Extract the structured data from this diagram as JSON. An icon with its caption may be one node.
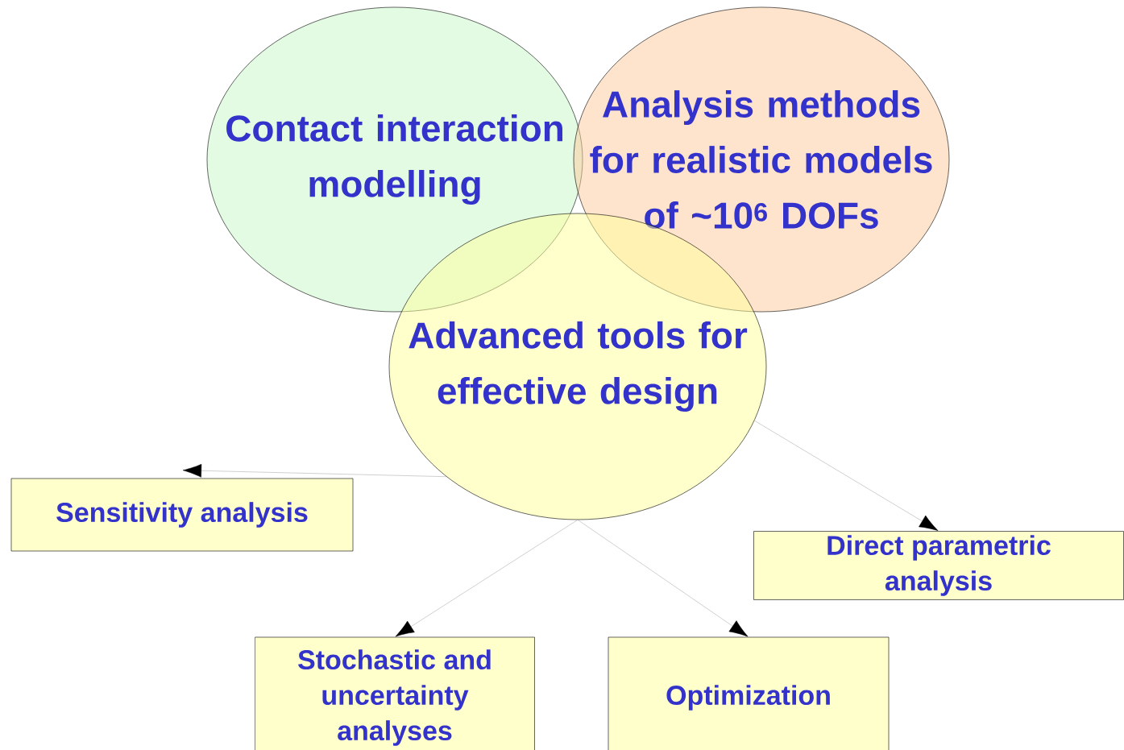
{
  "diagram": {
    "nodes": [
      {
        "text": [
          "Contact interaction modelling"
        ]
      },
      {
        "text": [
          "Analysis methods for realistic models of ~10$^{6}$ DOFs"
        ]
      },
      {
        "text": [
          "Advanced tools for effective design"
        ]
      },
      {
        "text": [
          "Sensitivity analysis"
        ]
      },
      {
        "text": [
          "Direct parametric analysis"
        ]
      },
      {
        "text": [
          "Stochastic and uncertainty analyses"
        ]
      },
      {
        "text": [
          "Optimization"
        ]
      }
    ],
    "edges": [
      {
        "from": 2,
        "to": 3,
        "arrow": "to"
      },
      {
        "from": 2,
        "to": 4,
        "arrow": "to"
      },
      {
        "from": 2,
        "to": 5,
        "arrow": "to"
      },
      {
        "from": 2,
        "to": 6,
        "arrow": "to"
      }
    ]
  }
}
